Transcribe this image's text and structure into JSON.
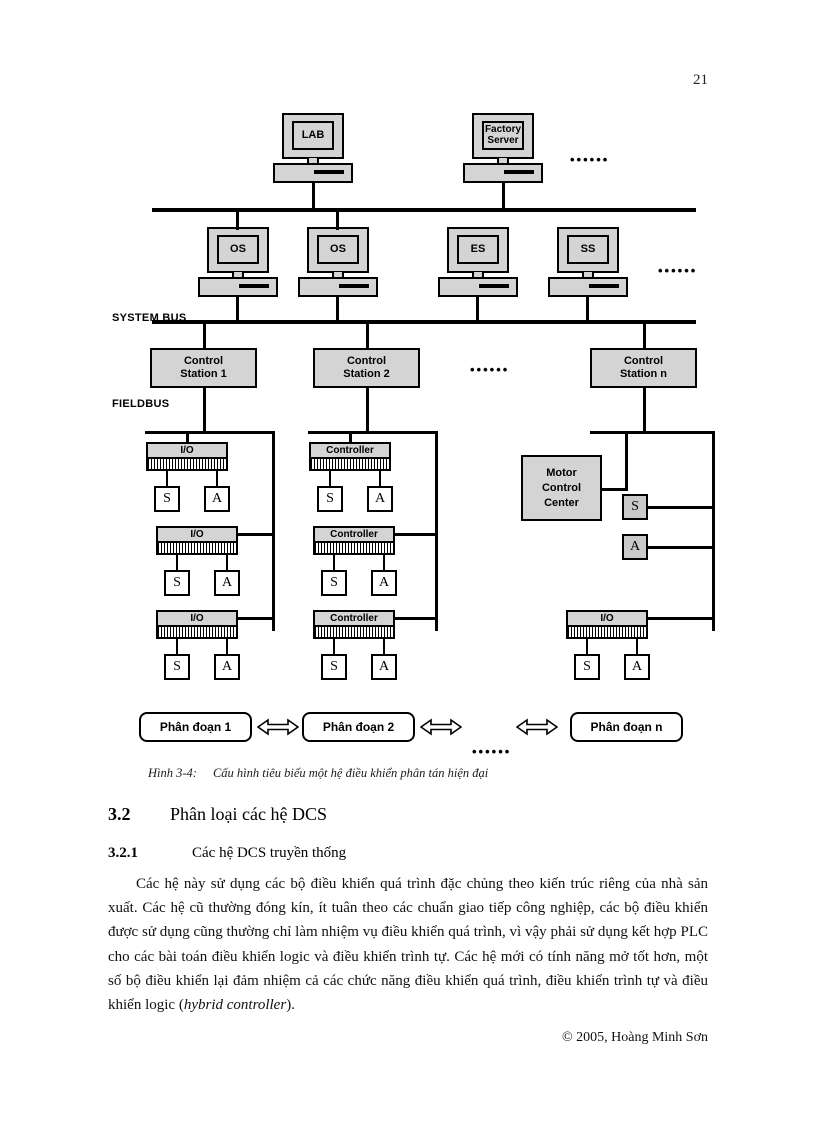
{
  "page": {
    "number": "21",
    "footer": "© 2005, Hoàng Minh Sơn"
  },
  "figure": {
    "caption_number": "Hình 3-4:",
    "caption_text": "Cấu hình tiêu biểu một hệ điều khiển phân tán hiện đại",
    "bus_labels": {
      "system_bus": "SYSTEM BUS",
      "fieldbus": "FIELDBUS"
    },
    "top_level_computers": [
      {
        "label": "LAB",
        "lines": [
          "LAB"
        ]
      },
      {
        "label": "Factory Server",
        "lines": [
          "Factory",
          "Server"
        ]
      }
    ],
    "top_ellipsis": "••••••",
    "station_computers": [
      {
        "label": "OS"
      },
      {
        "label": "OS"
      },
      {
        "label": "ES"
      },
      {
        "label": "SS"
      }
    ],
    "station_ellipsis": "••••••",
    "control_stations": [
      {
        "lines": [
          "Control",
          "Station 1"
        ]
      },
      {
        "lines": [
          "Control",
          "Station 2"
        ]
      },
      {
        "lines": [
          "Control",
          "Station n"
        ]
      }
    ],
    "control_station_ellipsis": "••••••",
    "branch1_modules": [
      {
        "label": "I/O",
        "devices": [
          "S",
          "A"
        ]
      },
      {
        "label": "I/O",
        "devices": [
          "S",
          "A"
        ]
      },
      {
        "label": "I/O",
        "devices": [
          "S",
          "A"
        ]
      }
    ],
    "branch2_modules": [
      {
        "label": "Controller",
        "devices": [
          "S",
          "A"
        ]
      },
      {
        "label": "Controller",
        "devices": [
          "S",
          "A"
        ]
      },
      {
        "label": "Controller",
        "devices": [
          "S",
          "A"
        ]
      }
    ],
    "branch3": {
      "motor_control_center": {
        "lines": [
          "Motor",
          "Control",
          "Center"
        ]
      },
      "mcc_devices": [
        "S",
        "A"
      ],
      "io_module": {
        "label": "I/O",
        "devices": [
          "S",
          "A"
        ]
      }
    },
    "segments": [
      {
        "label": "Phân đoạn 1"
      },
      {
        "label": "Phân đoạn 2"
      },
      {
        "label": "Phân đoạn n"
      }
    ],
    "segment_ellipsis": "••••••",
    "colors": {
      "box_fill": "#d4d4d4",
      "line": "#000000",
      "background": "#ffffff"
    }
  },
  "sections": {
    "h2": {
      "number": "3.2",
      "title": "Phân loại các hệ DCS"
    },
    "h3": {
      "number": "3.2.1",
      "title": "Các hệ DCS truyền thống"
    }
  },
  "body": {
    "paragraph_part1": "Các hệ này sử dụng các bộ điều khiển quá trình đặc chủng theo kiến trúc riêng của nhà sản xuất. Các hệ cũ thường đóng kín, ít tuân theo các chuẩn giao tiếp công nghiệp, các bộ điều khiển được sử dụng cũng thường chỉ làm nhiệm vụ điều khiển quá trình, vì vậy phải sử dụng kết hợp PLC cho các bài toán điều khiển logic và điều khiển trình tự. Các hệ mới có tính năng mở tốt hơn, một số bộ điều khiển lại đảm nhiệm cả các chức năng điều khiển quá trình, điều khiển trình tự và điều khiển logic (",
    "paragraph_italic": "hybrid controller",
    "paragraph_part2": ")."
  }
}
